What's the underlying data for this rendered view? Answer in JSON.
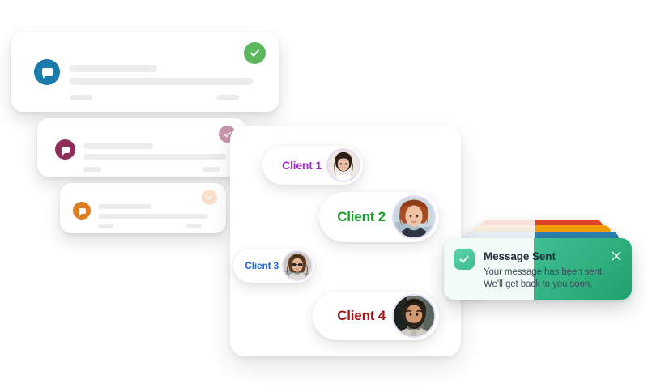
{
  "notifications": [
    {
      "id": "notification-card-1",
      "icon": "chat-bubble-icon",
      "icon_color": "#1b7bab",
      "badge": "check-circle-icon",
      "badge_color": "#5cb85c",
      "badge_check_color": "#ffffff",
      "placeholder_lines": 3
    },
    {
      "id": "notification-card-2",
      "icon": "chat-bubble-icon",
      "icon_color": "#8e2d57",
      "badge": "check-circle-icon",
      "badge_color": "#c896ab",
      "badge_check_color": "#ffffff",
      "placeholder_lines": 3
    },
    {
      "id": "notification-card-3",
      "icon": "chat-bubble-icon",
      "icon_color": "#e07b22",
      "badge": "check-circle-icon",
      "badge_color": "#fae0cc",
      "badge_check_color": "#ffffff",
      "placeholder_lines": 3
    }
  ],
  "client_panel": {
    "clients": [
      {
        "name": "Client 1",
        "color": "#a32bd0",
        "avatar": "avatar-woman-dark-hair"
      },
      {
        "name": "Client 2",
        "color": "#16a02c",
        "avatar": "avatar-woman-red-hair"
      },
      {
        "name": "Client 3",
        "color": "#1f63d8",
        "avatar": "avatar-woman-sunglasses"
      },
      {
        "name": "Client 4",
        "color": "#a81414",
        "avatar": "avatar-man-beard"
      }
    ]
  },
  "stack_cards": [
    {
      "id": "stack-card-red",
      "left_color": "#fae3dc",
      "right_color": "#e0452a"
    },
    {
      "id": "stack-card-orange",
      "left_color": "#fbf0e2",
      "right_color": "#f5a002"
    },
    {
      "id": "stack-card-blue",
      "left_color": "#e9f2f8",
      "right_color": "#2e7fb0"
    }
  ],
  "toast": {
    "title": "Message Sent",
    "line_1": "Your message has been sent.",
    "line_2": "We'll get back to you soon.",
    "check_icon": "check-icon",
    "close_icon": "close-icon",
    "left_bg": "#f2fbf7",
    "right_bg": "#30b07f",
    "title_color": "#24303f",
    "body_color": "#3c4a5c"
  }
}
